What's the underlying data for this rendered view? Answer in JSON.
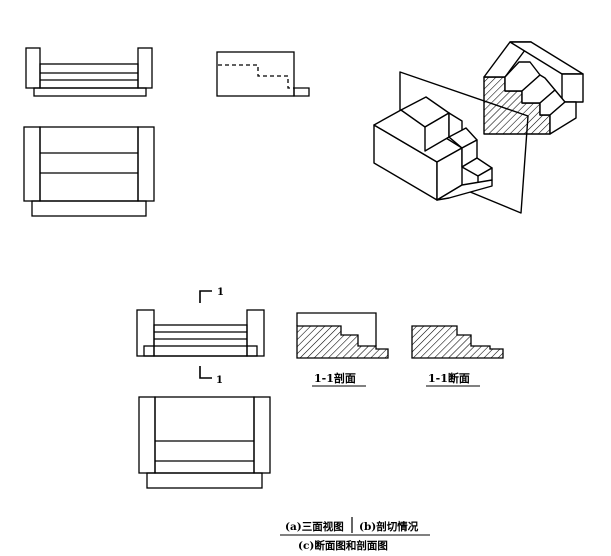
{
  "section_labels": {
    "top_marker": "1",
    "bottom_marker": "1",
    "section_view": "1-1剖面",
    "cross_section": "1-1断面"
  },
  "captions": {
    "a": "(a)三面视图",
    "b": "(b)剖切情况",
    "c": "(c)断面图和剖面图"
  },
  "colors": {
    "line": "#000000",
    "background": "#ffffff"
  }
}
